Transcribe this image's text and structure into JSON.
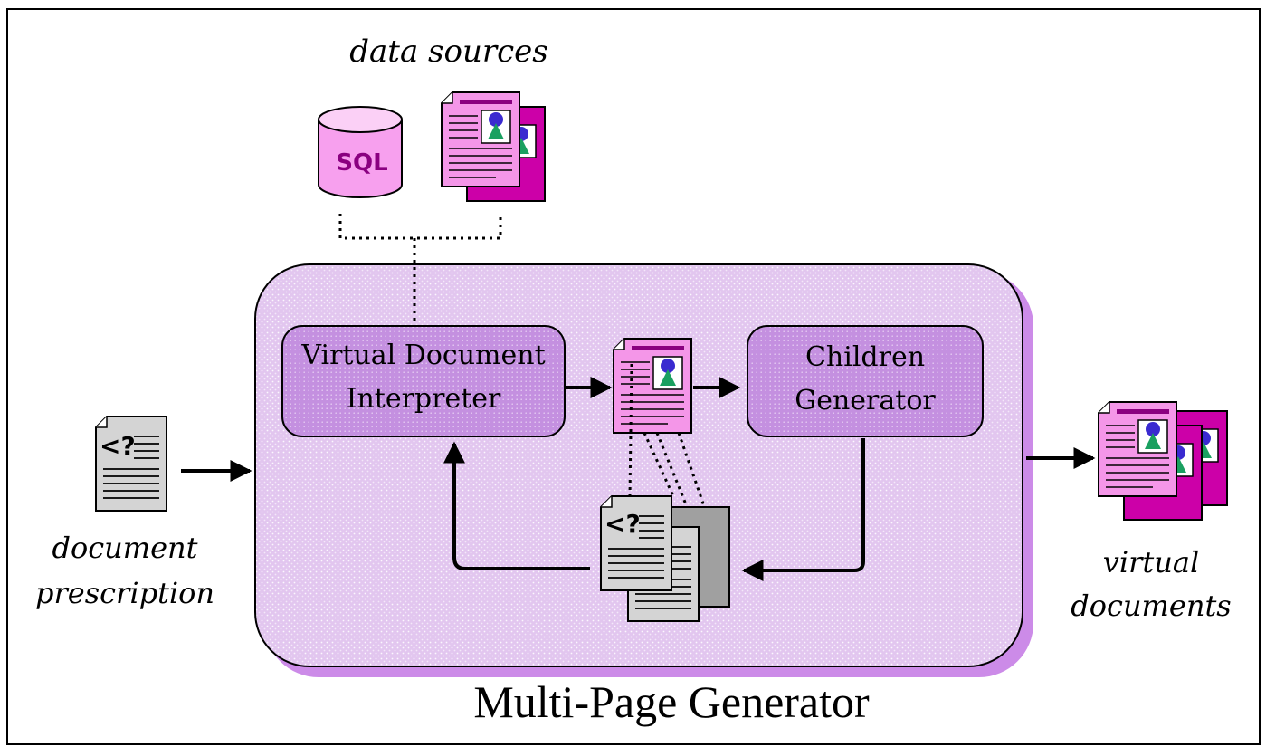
{
  "diagram": {
    "title": "Multi-Page Generator",
    "labels": {
      "data_sources": "data sources",
      "doc_prescription_line1": "document",
      "doc_prescription_line2": "prescription",
      "virtual_docs_line1": "virtual",
      "virtual_docs_line2": "documents"
    },
    "boxes": {
      "interpreter_line1": "Virtual Document",
      "interpreter_line2": "Interpreter",
      "children_line1": "Children",
      "children_line2": "Generator"
    },
    "icons": {
      "database_text": "SQL",
      "prescription_text": "<?",
      "database": "database-icon",
      "html_doc": "html-document-icon",
      "prescription_doc": "prescription-document-icon"
    },
    "colors": {
      "generator_fill": "#e4c8f0",
      "box_fill": "#c48fe0",
      "doc_pink": "#f496e8",
      "doc_magenta": "#cc00a8",
      "doc_gray": "#d4d4d4",
      "doc_gray_dark": "#a0a0a0",
      "db_fill": "#f7a0ee",
      "border": "#000000"
    }
  }
}
